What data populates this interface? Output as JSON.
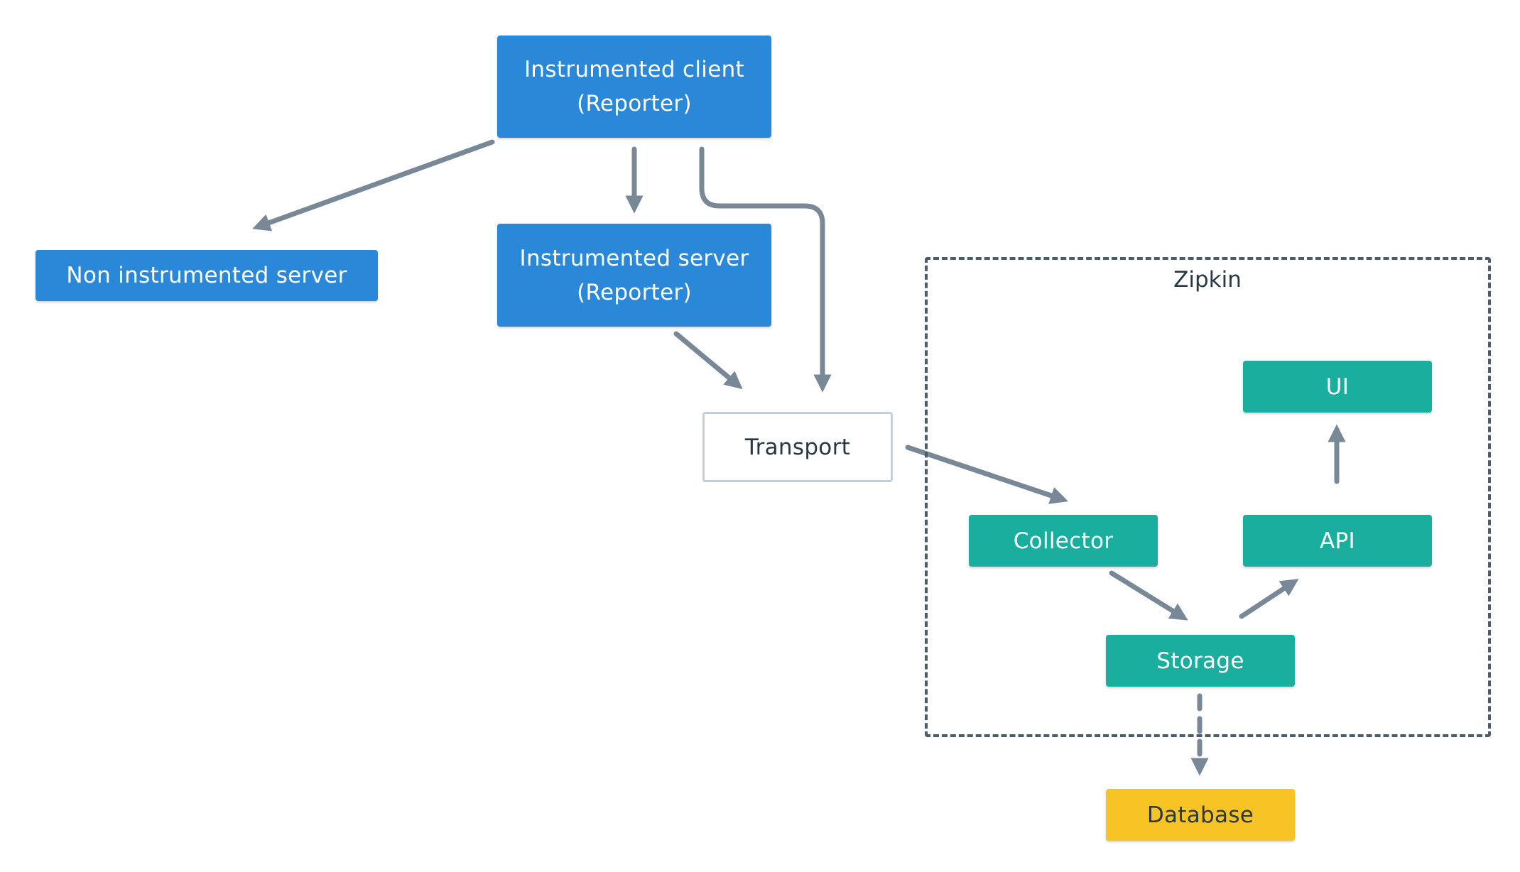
{
  "diagram": {
    "colors": {
      "reporter": "#2b88d9",
      "zipkin_component": "#1aae9f",
      "database": "#f7c325",
      "transport_border": "#c3cfd9",
      "arrow": "#788896",
      "group_border": "#4b5c6b",
      "dark_text": "#293845"
    },
    "nodes": {
      "instrumented_client": {
        "line1": "Instrumented client",
        "line2": "(Reporter)"
      },
      "instrumented_server": {
        "line1": "Instrumented server",
        "line2": "(Reporter)"
      },
      "non_instrumented_server": {
        "label": "Non instrumented server"
      },
      "transport": {
        "label": "Transport"
      },
      "collector": {
        "label": "Collector"
      },
      "storage": {
        "label": "Storage"
      },
      "api": {
        "label": "API"
      },
      "ui": {
        "label": "UI"
      },
      "database": {
        "label": "Database"
      }
    },
    "group": {
      "label": "Zipkin"
    },
    "edges": [
      {
        "from": "instrumented_client",
        "to": "non_instrumented_server",
        "style": "solid"
      },
      {
        "from": "instrumented_client",
        "to": "instrumented_server",
        "style": "solid"
      },
      {
        "from": "instrumented_client",
        "to": "transport",
        "style": "solid"
      },
      {
        "from": "instrumented_server",
        "to": "transport",
        "style": "solid"
      },
      {
        "from": "transport",
        "to": "collector",
        "style": "solid"
      },
      {
        "from": "collector",
        "to": "storage",
        "style": "solid"
      },
      {
        "from": "storage",
        "to": "api",
        "style": "solid"
      },
      {
        "from": "api",
        "to": "ui",
        "style": "solid"
      },
      {
        "from": "storage",
        "to": "database",
        "style": "dashed"
      }
    ]
  }
}
